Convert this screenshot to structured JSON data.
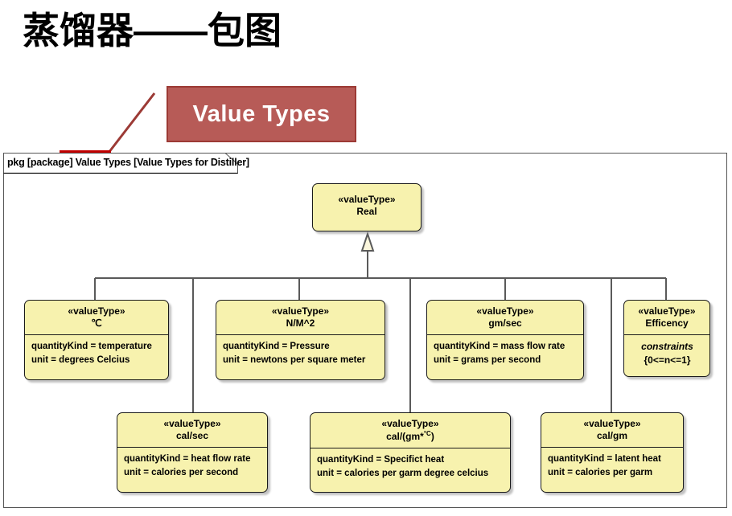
{
  "slide": {
    "title": "蒸馏器——包图",
    "callout_label": "Value Types",
    "callout_color": "#b75b57",
    "callout_border_color": "#9c3a35",
    "highlight_color": "#c00000"
  },
  "package": {
    "frame_label": "pkg [package] Value Types [Value Types for Distiller]",
    "keyword": "pkg",
    "kind": "[package]",
    "name": "Value Types",
    "qualified": "[Value Types for Distiller]",
    "fill": "#ffffff",
    "border": "#555555"
  },
  "diagram": {
    "type": "sysml-block-definition",
    "box_fill": "#f7f2ae",
    "box_border": "#1b1b1b",
    "connector_color": "#5a5a5a",
    "root": {
      "stereotype": "«valueType»",
      "name": "Real",
      "properties": []
    },
    "subtypes": [
      {
        "stereotype": "«valueType»",
        "name": "℃",
        "properties": [
          "quantityKind = temperature",
          "unit = degrees Celcius"
        ]
      },
      {
        "stereotype": "«valueType»",
        "name": "N/M^2",
        "properties": [
          "quantityKind = Pressure",
          "unit = newtons per square meter"
        ]
      },
      {
        "stereotype": "«valueType»",
        "name": "gm/sec",
        "properties": [
          "quantityKind = mass flow rate",
          "unit = grams per second"
        ]
      },
      {
        "stereotype": "«valueType»",
        "name": "Efficency",
        "constraint_label": "constraints",
        "constraint_expr": "{0<=n<=1}",
        "properties": []
      },
      {
        "stereotype": "«valueType»",
        "name": "cal/sec",
        "properties": [
          "quantityKind = heat flow rate",
          "unit = calories per second"
        ]
      },
      {
        "stereotype": "«valueType»",
        "name_prefix": "cal/(gm*",
        "name_sup": "°C",
        "name_suffix": ")",
        "name": "cal/(gm*°C)",
        "properties": [
          "quantityKind = Specifict heat",
          "unit = calories per garm degree celcius"
        ]
      },
      {
        "stereotype": "«valueType»",
        "name": "cal/gm",
        "properties": [
          "quantityKind = latent heat",
          "unit = calories per garm"
        ]
      }
    ]
  }
}
